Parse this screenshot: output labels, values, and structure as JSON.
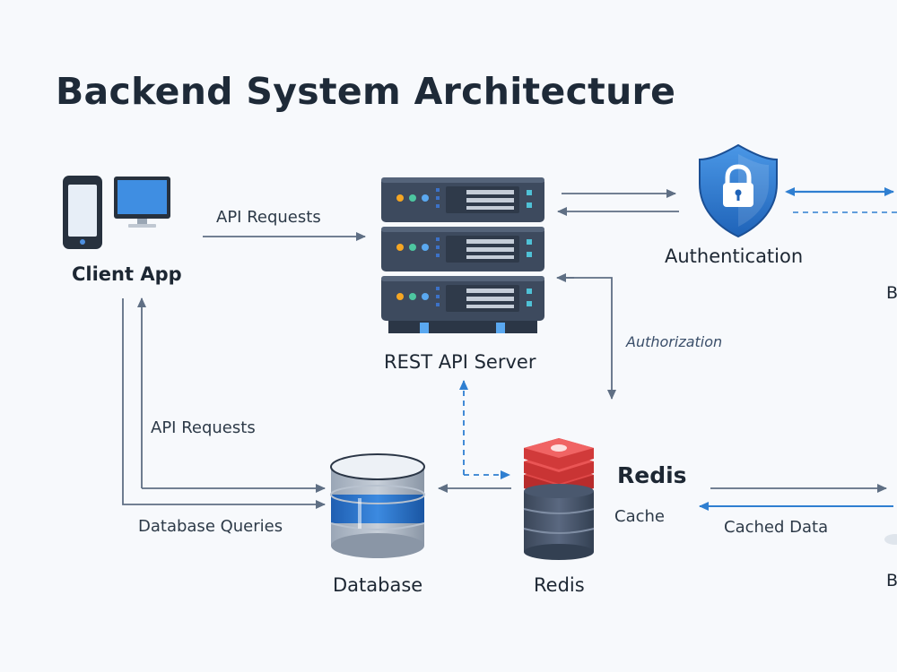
{
  "title": "Backend System Architecture",
  "nodes": {
    "client": {
      "label": "Client App"
    },
    "server": {
      "label": "REST API Server"
    },
    "auth": {
      "label": "Authentication"
    },
    "database": {
      "label": "Database"
    },
    "redis": {
      "label": "Redis",
      "title": "Redis",
      "subtitle": "Cache"
    }
  },
  "edges": {
    "client_to_server": "API Requests",
    "client_to_database": "API Requests",
    "database_queries": "Database Queries",
    "server_redis": "Authorization",
    "redis_cached": "Cached Data"
  },
  "edge_clip_labels": {
    "top_right": "B",
    "bottom_right": "B"
  },
  "colors": {
    "accent_blue": "#2f7fd1",
    "redis_red": "#d63b3b",
    "server_dark": "#3d4a5e",
    "arrow_gray": "#5f6f84"
  }
}
